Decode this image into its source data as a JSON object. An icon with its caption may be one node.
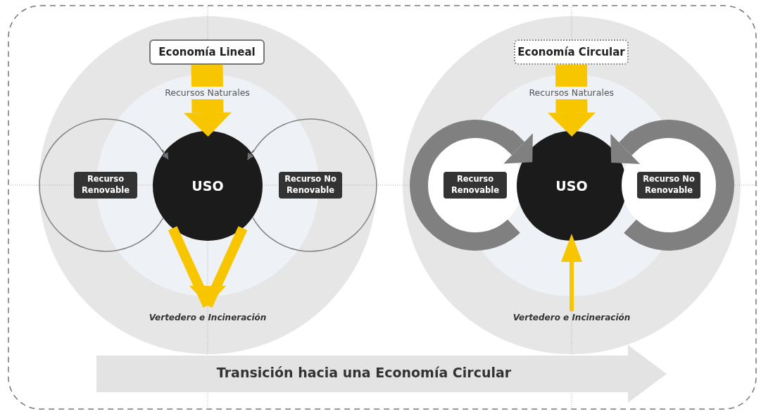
{
  "diagram": {
    "nodes": [
      {
        "text": [
          "Economía Lineal"
        ]
      },
      {
        "text": [
          "Recurso Renovable"
        ]
      },
      {
        "text": [
          "USO"
        ]
      },
      {
        "text": [
          "Recurso No Renovable"
        ]
      },
      {
        "text": [
          "Vertedero e Incineración"
        ]
      },
      {
        "text": [
          "Economía Circular"
        ]
      },
      {
        "text": [
          "Recurso Renovable"
        ]
      },
      {
        "text": [
          "USO"
        ]
      },
      {
        "text": [
          "Recurso No Renovable"
        ]
      },
      {
        "text": [
          "Vertedero e Incineración"
        ]
      },
      {
        "text": [
          "Transición hacia una Economía Circular"
        ]
      }
    ],
    "edges": [
      {
        "from": 0,
        "to": 2,
        "arrow": "to",
        "label": "Recursos Naturales",
        "style": "thick"
      },
      {
        "from": 1,
        "to": 2,
        "arrow": "to",
        "color": "#707070"
      },
      {
        "from": 3,
        "to": 2,
        "arrow": "to",
        "color": "#707070"
      },
      {
        "from": 2,
        "to": 4,
        "arrow": "to"
      },
      {
        "from": 5,
        "to": 7,
        "arrow": "to",
        "label": "Recursos Naturales",
        "style": "thick"
      },
      {
        "from": 6,
        "to": 7,
        "arrow": "to",
        "style": "thick",
        "color": "#808080"
      },
      {
        "from": 8,
        "to": 7,
        "arrow": "to",
        "style": "thick",
        "color": "#808080"
      },
      {
        "from": 9,
        "to": 7,
        "arrow": "to"
      }
    ]
  }
}
